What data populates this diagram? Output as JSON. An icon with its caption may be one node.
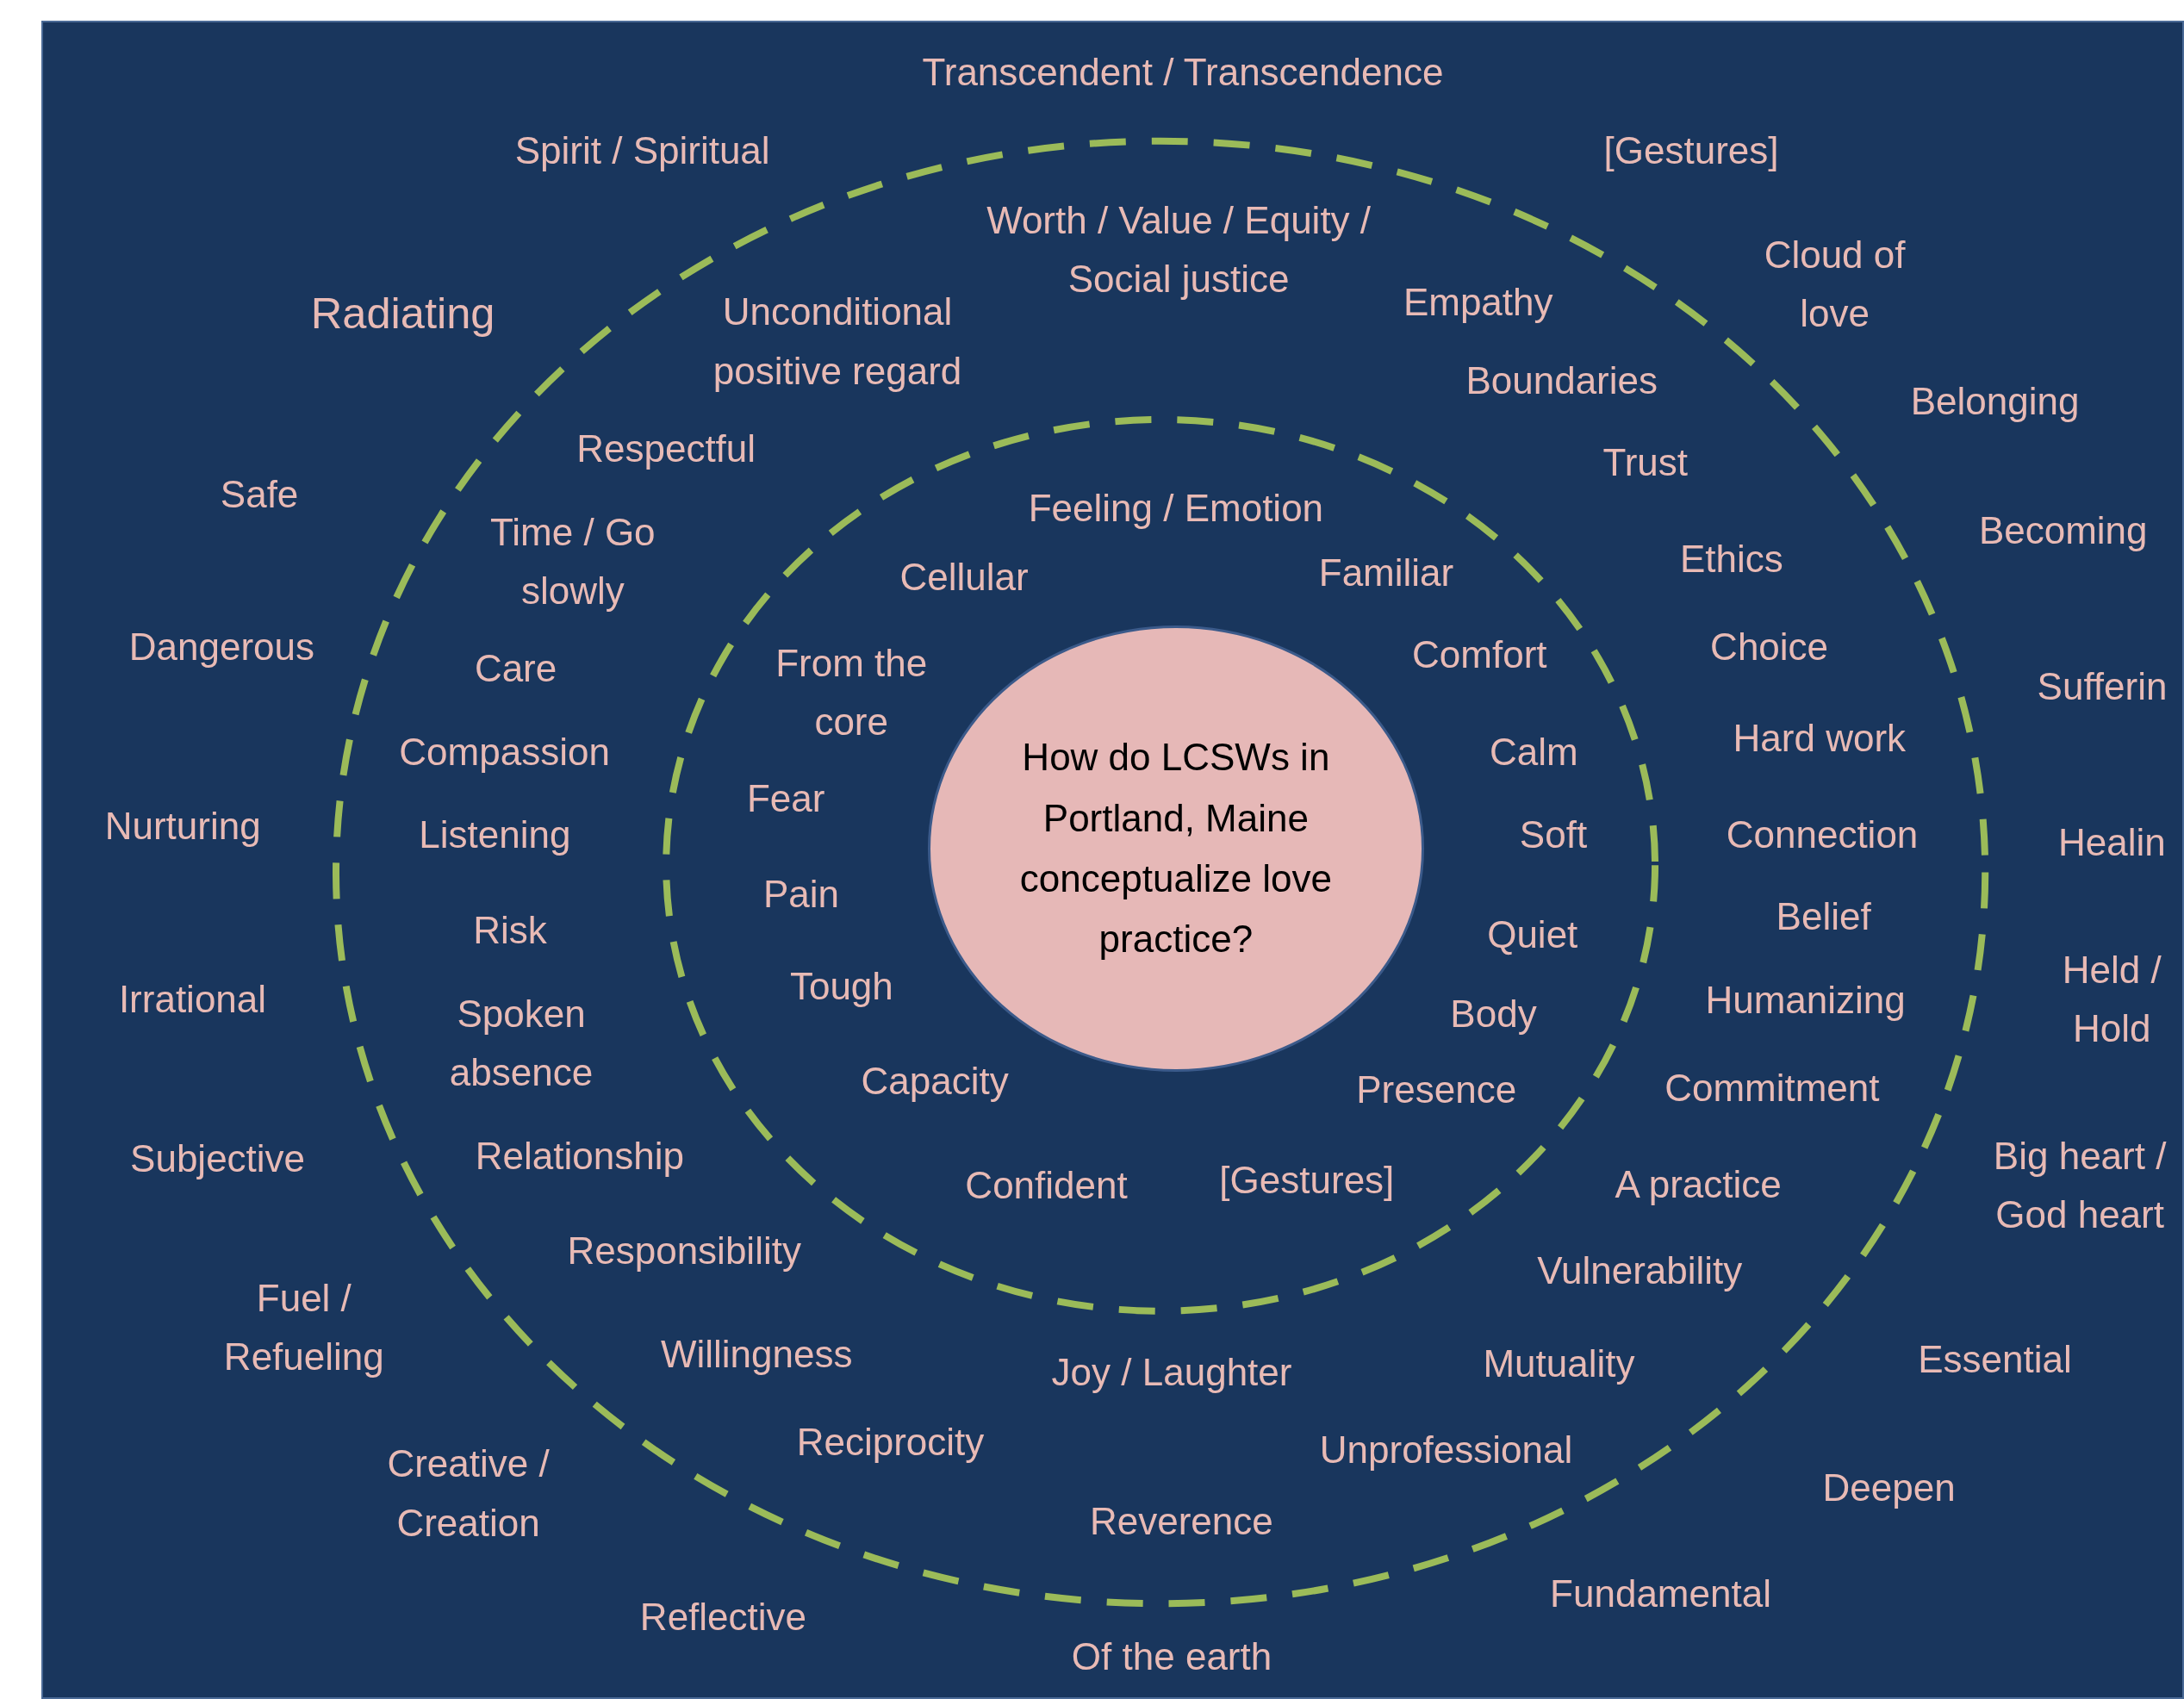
{
  "diagram": {
    "nodes": [
      {
        "text": [
          "How do LCSWs in Portland, Maine conceptualize love practice?"
        ]
      }
    ],
    "labels": [
      "Transcendent / Transcendence",
      "Spirit / Spiritual",
      "[Gestures]",
      "Worth / Value / Equity / Social justice",
      "Cloud of love",
      "Radiating",
      "Unconditional positive regard",
      "Empathy",
      "Boundaries",
      "Belonging",
      "Respectful",
      "Trust",
      "Safe",
      "Feeling / Emotion",
      "Becoming",
      "Time / Go slowly",
      "Ethics",
      "Cellular",
      "Familiar",
      "Dangerous",
      "Comfort",
      "Choice",
      "Care",
      "From the core",
      "Sufferin",
      "Compassion",
      "Hard work",
      "Calm",
      "Fear",
      "Nurturing",
      "Listening",
      "Soft",
      "Connection",
      "Healin",
      "Pain",
      "Belief",
      "Risk",
      "Quiet",
      "Held / Hold",
      "Irrational",
      "Tough",
      "Humanizing",
      "Spoken absence",
      "Body",
      "Capacity",
      "Presence",
      "Commitment",
      "Subjective",
      "Relationship",
      "Big heart / God heart",
      "Confident",
      "[Gestures]",
      "A practice",
      "Responsibility",
      "Vulnerability",
      "Fuel / Refueling",
      "Willingness",
      "Joy / Laughter",
      "Mutuality",
      "Essential",
      "Reciprocity",
      "Unprofessional",
      "Creative / Creation",
      "Deepen",
      "Reverence",
      "Fundamental",
      "Reflective",
      "Of the earth"
    ]
  }
}
